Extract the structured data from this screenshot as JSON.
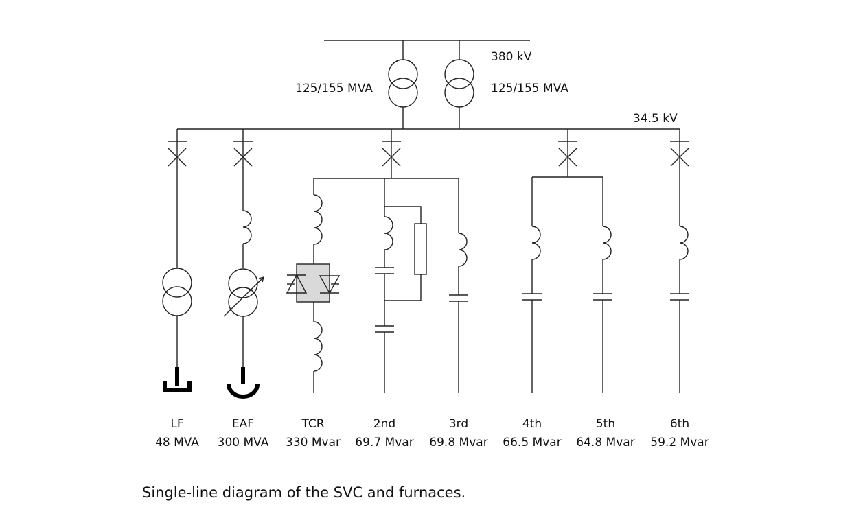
{
  "diagram": {
    "hv_bus_label": "380 kV",
    "mv_bus_label": "34.5 kV",
    "transformer_left_rating": "125/155 MVA",
    "transformer_right_rating": "125/155 MVA",
    "branches": [
      {
        "name": "LF",
        "rating": "48 MVA"
      },
      {
        "name": "EAF",
        "rating": "300 MVA"
      },
      {
        "name": "TCR",
        "rating": "330 Mvar"
      },
      {
        "name": "2nd",
        "rating": "69.7 Mvar"
      },
      {
        "name": "3rd",
        "rating": "69.8 Mvar"
      },
      {
        "name": "4th",
        "rating": "66.5 Mvar"
      },
      {
        "name": "5th",
        "rating": "64.8 Mvar"
      },
      {
        "name": "6th",
        "rating": "59.2 Mvar"
      }
    ],
    "thyristor_fill": "#d9d9d9"
  },
  "caption": "Single-line diagram of the SVC and furnaces."
}
